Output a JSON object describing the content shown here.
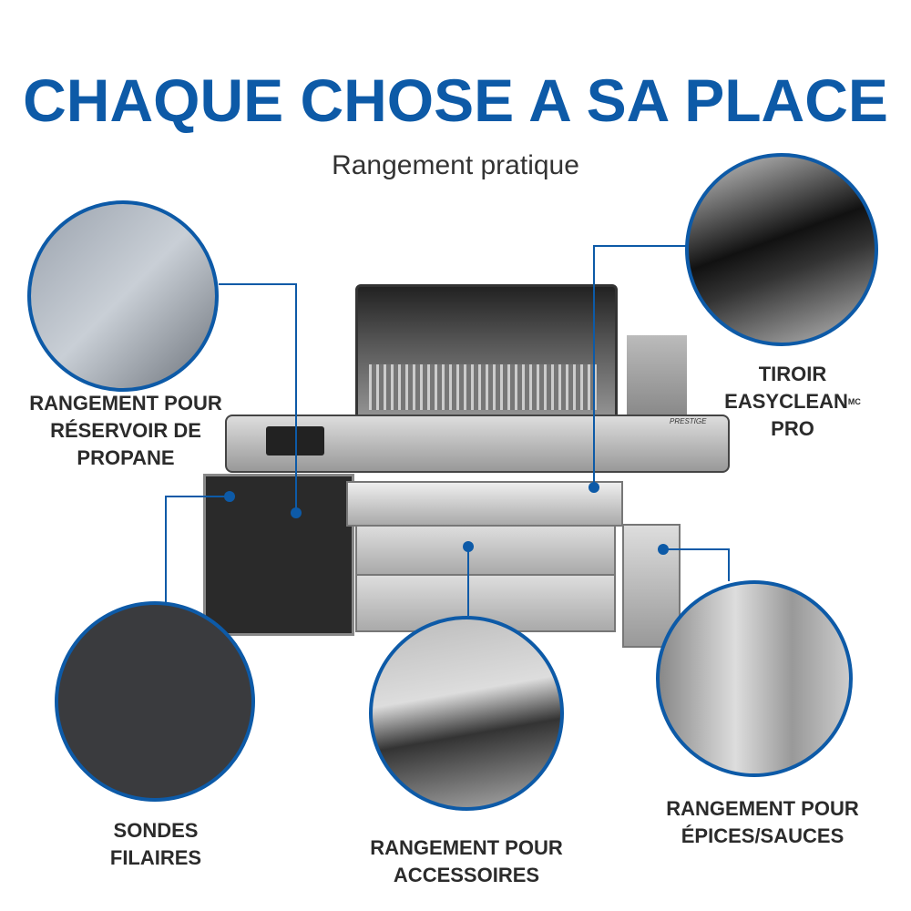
{
  "header": {
    "title": "CHAQUE CHOSE A SA PLACE",
    "subtitle": "Rangement pratique"
  },
  "callouts": {
    "propane": {
      "line1": "RANGEMENT POUR",
      "line2": "RÉSERVOIR DE",
      "line3": "PROPANE"
    },
    "drawer": {
      "line1": "TIROIR",
      "line2": "EASYCLEAN",
      "sup": "MC",
      "line3": "PRO"
    },
    "probes": {
      "line1": "SONDES",
      "line2": "FILAIRES"
    },
    "accessories": {
      "line1": "RANGEMENT POUR",
      "line2": "ACCESSOIRES"
    },
    "spices": {
      "line1": "RANGEMENT POUR",
      "line2": "ÉPICES/SAUCES"
    }
  },
  "grill": {
    "badge": "PRESTIGE"
  },
  "colors": {
    "accent": "#0d5aa7",
    "text": "#2b2b2b"
  }
}
